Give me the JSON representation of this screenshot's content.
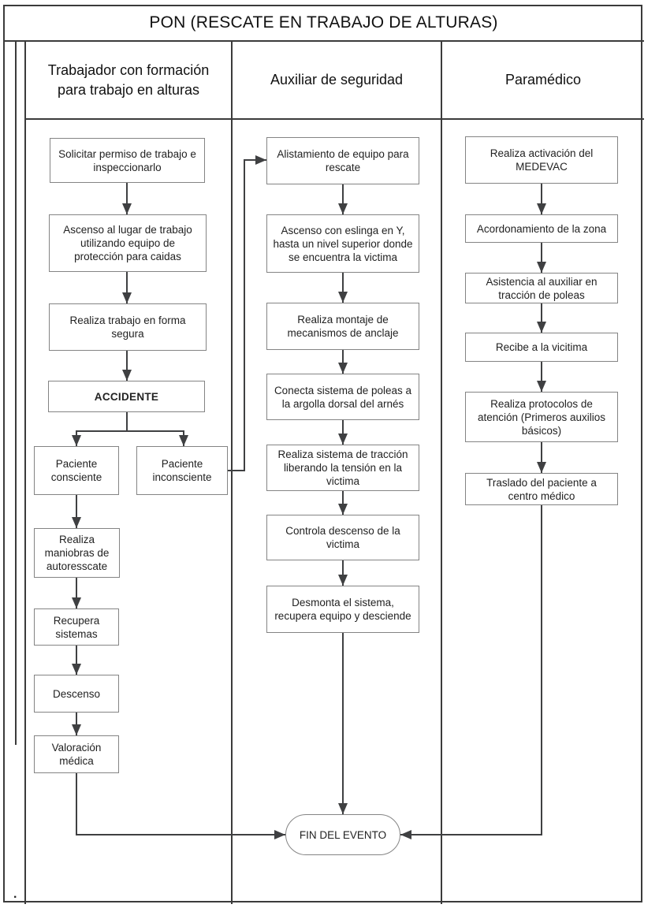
{
  "title": "PON (RESCATE EN TRABAJO DE ALTURAS)",
  "colors": {
    "background": "#ffffff",
    "table_border": "#3b3b3b",
    "box_border": "#848484",
    "connector_line": "#3f4042",
    "text": "#1f1f1f"
  },
  "lanes": [
    {
      "header": "Trabajador con formación para trabajo en alturas",
      "steps": [
        {
          "text": "Solicitar permiso de trabajo e inspeccionarlo"
        },
        {
          "text": "Ascenso al lugar de trabajo utilizando equipo de protección para caidas"
        },
        {
          "text": "Realiza trabajo en forma segura"
        },
        {
          "text": "ACCIDENTE",
          "bold": true
        },
        {
          "text": "Paciente consciente"
        },
        {
          "text": "Paciente inconsciente"
        },
        {
          "text": "Realiza maniobras de autoresscate"
        },
        {
          "text": "Recupera sistemas"
        },
        {
          "text": "Descenso"
        },
        {
          "text": "Valoración médica"
        }
      ]
    },
    {
      "header": "Auxiliar de seguridad",
      "steps": [
        {
          "text": "Alistamiento de equipo para rescate"
        },
        {
          "text": "Ascenso con eslinga en Y, hasta un nivel superior donde se encuentra la victima"
        },
        {
          "text": "Realiza montaje de mecanismos de anclaje"
        },
        {
          "text": "Conecta sistema de poleas a la argolla dorsal del arnés"
        },
        {
          "text": "Realiza sistema de tracción liberando la tensión en la victima"
        },
        {
          "text": "Controla descenso de la victima"
        },
        {
          "text": "Desmonta el sistema, recupera equipo y desciende"
        }
      ]
    },
    {
      "header": "Paramédico",
      "steps": [
        {
          "text": "Realiza activación del MEDEVAC"
        },
        {
          "text": "Acordonamiento de la zona"
        },
        {
          "text": "Asistencia al auxiliar en tracción de poleas"
        },
        {
          "text": "Recibe a la vicitima"
        },
        {
          "text": "Realiza protocolos de atención (Primeros auxilios básicos)"
        },
        {
          "text": "Traslado del paciente a centro médico"
        }
      ]
    }
  ],
  "end_node": {
    "label": "FIN DEL EVENTO"
  },
  "footer_dot": "."
}
